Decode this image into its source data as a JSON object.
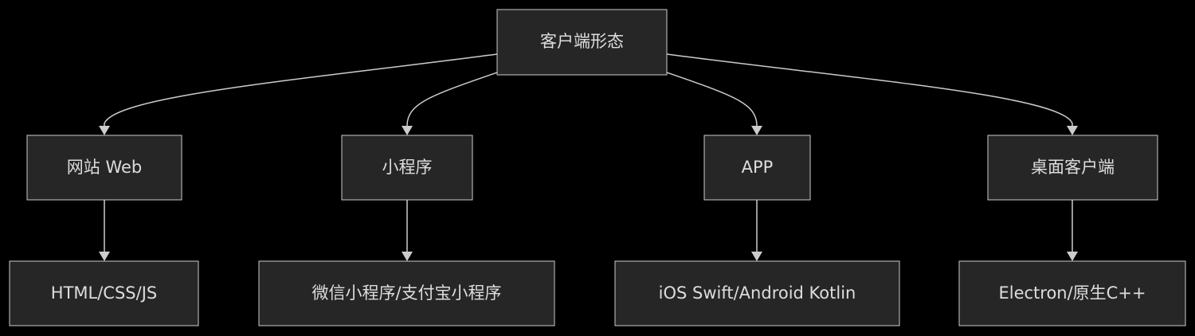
{
  "colors": {
    "background": "#000000",
    "node_fill": "#262626",
    "node_stroke": "#cccccc",
    "text": "#dddddd",
    "edge": "#cccccc"
  },
  "nodes": {
    "root": {
      "label": "客户端形态"
    },
    "web": {
      "label": "网站 Web"
    },
    "miniprogram": {
      "label": "小程序"
    },
    "app": {
      "label": "APP"
    },
    "desktop": {
      "label": "桌面客户端"
    },
    "web_tech": {
      "label": "HTML/CSS/JS"
    },
    "miniprogram_tech": {
      "label": "微信小程序/支付宝小程序"
    },
    "app_tech": {
      "label": "iOS Swift/Android Kotlin"
    },
    "desktop_tech": {
      "label": "Electron/原生C++"
    }
  },
  "edges": [
    {
      "from": "root",
      "to": "web"
    },
    {
      "from": "root",
      "to": "miniprogram"
    },
    {
      "from": "root",
      "to": "app"
    },
    {
      "from": "root",
      "to": "desktop"
    },
    {
      "from": "web",
      "to": "web_tech"
    },
    {
      "from": "miniprogram",
      "to": "miniprogram_tech"
    },
    {
      "from": "app",
      "to": "app_tech"
    },
    {
      "from": "desktop",
      "to": "desktop_tech"
    }
  ]
}
